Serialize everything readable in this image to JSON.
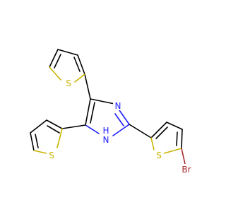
{
  "molecule": {
    "atoms": {
      "s_top": "S",
      "s_left": "S",
      "s_right": "S",
      "n_ring": "N",
      "nh_h": "H",
      "nh_n": "N",
      "br": "Br"
    },
    "colors": {
      "sulfur": "#c8b400",
      "nitrogen": "#1c1cff",
      "bromine": "#a52a2a",
      "bond": "#000000"
    }
  }
}
